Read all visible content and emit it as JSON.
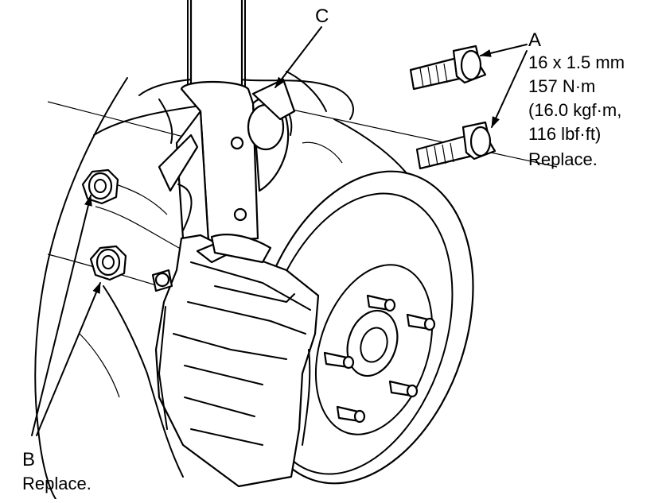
{
  "labels": {
    "a": {
      "letter": "A",
      "lines": [
        "16 x 1.5 mm",
        "157 N·m",
        "(16.0 kgf·m,",
        "116 lbf·ft)",
        "Replace."
      ]
    },
    "b": {
      "letter": "B",
      "lines": [
        "Replace."
      ]
    },
    "c": {
      "letter": "C"
    }
  }
}
